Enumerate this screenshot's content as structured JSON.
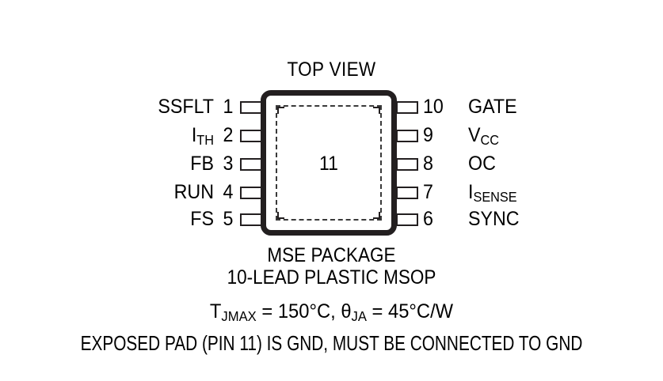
{
  "diagram": {
    "title": "TOP VIEW",
    "package_body": {
      "center_label": "11",
      "exposed_pad_label": "11"
    },
    "pins": {
      "left": [
        {
          "number": "1",
          "name": "SSFLT",
          "sub": ""
        },
        {
          "number": "2",
          "name": "I",
          "sub": "TH"
        },
        {
          "number": "3",
          "name": "FB",
          "sub": ""
        },
        {
          "number": "4",
          "name": "RUN",
          "sub": ""
        },
        {
          "number": "5",
          "name": "FS",
          "sub": ""
        }
      ],
      "right": [
        {
          "number": "10",
          "name": "GATE",
          "sub": ""
        },
        {
          "number": "9",
          "name": "V",
          "sub": "CC"
        },
        {
          "number": "8",
          "name": "OC",
          "sub": ""
        },
        {
          "number": "7",
          "name": "I",
          "sub": "SENSE"
        },
        {
          "number": "6",
          "name": "SYNC",
          "sub": ""
        }
      ]
    }
  },
  "caption": {
    "package_name": "MSE PACKAGE",
    "lead_count": "10-LEAD PLASTIC MSOP",
    "thermal": {
      "tj_symbol": "T",
      "tj_sub": "JMAX",
      "tj_value": " = 150°C, ",
      "theta_symbol": "θ",
      "theta_sub": "JA",
      "theta_value": " = 45°C/W"
    },
    "exposed_pad_note": "EXPOSED PAD (PIN 11) IS GND, MUST BE CONNECTED TO GND"
  },
  "colors": {
    "background": "#ffffff",
    "ink": "#231f20",
    "dash": "#3a3a3a"
  }
}
